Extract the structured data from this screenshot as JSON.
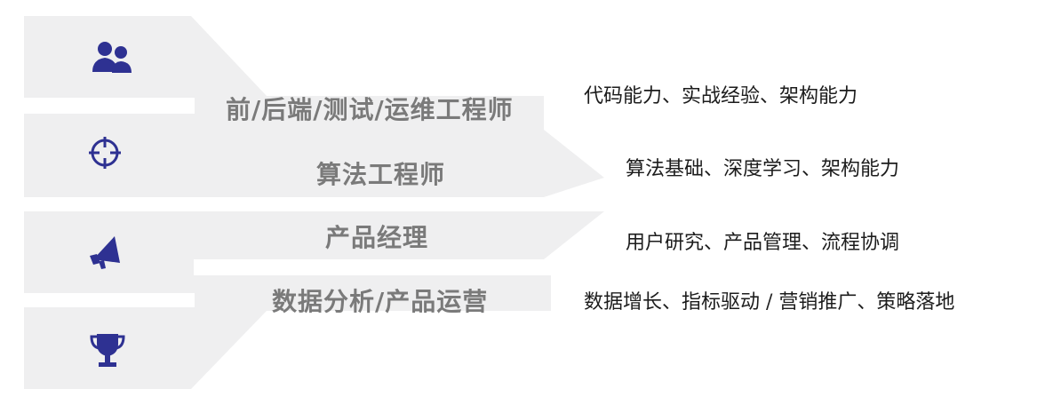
{
  "colors": {
    "band": "#efeff0",
    "icon": "#2e3192",
    "role_text": "#7a7a7a",
    "skill_text": "#1c1c1c"
  },
  "rows": [
    {
      "icon": "users-icon",
      "role": "前/后端/测试/运维工程师",
      "skills": "代码能力、实战经验、架构能力"
    },
    {
      "icon": "crosshair-icon",
      "role": "算法工程师",
      "skills": "算法基础、深度学习、架构能力"
    },
    {
      "icon": "megaphone-icon",
      "role": "产品经理",
      "skills": "用户研究、产品管理、流程协调"
    },
    {
      "icon": "trophy-icon",
      "role": "数据分析/产品运营",
      "skills": "数据增长、指标驱动 / 营销推广、策略落地"
    }
  ]
}
